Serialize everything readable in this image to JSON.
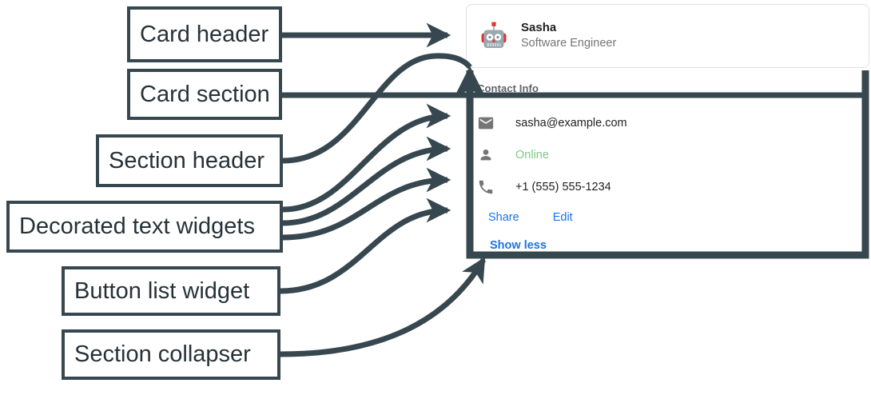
{
  "annotations": {
    "boxes": [
      {
        "id": "card-header",
        "label": "Card header"
      },
      {
        "id": "card-section",
        "label": "Card section"
      },
      {
        "id": "section-header",
        "label": "Section header"
      },
      {
        "id": "decorated-text",
        "label": "Decorated text widgets"
      },
      {
        "id": "button-list",
        "label": "Button list widget"
      },
      {
        "id": "collapser",
        "label": "Section collapser"
      }
    ],
    "stroke_color": "#37474f",
    "text_color": "#263238"
  },
  "card": {
    "header": {
      "avatar_icon": "robot-avatar-icon",
      "name": "Sasha",
      "subtitle": "Software Engineer"
    },
    "section": {
      "header": "Contact Info",
      "rows": [
        {
          "icon": "email-icon",
          "text": "sasha@example.com",
          "status": ""
        },
        {
          "icon": "person-icon",
          "text": "Online",
          "status": "online"
        },
        {
          "icon": "phone-icon",
          "text": "+1 (555) 555-1234",
          "status": ""
        }
      ],
      "buttons": [
        {
          "label": "Share"
        },
        {
          "label": "Edit"
        }
      ],
      "collapser": {
        "label": "Show less"
      }
    }
  },
  "colors": {
    "link_blue": "#1a73e8",
    "status_green": "#81c784",
    "icon_gray": "#757575",
    "annotation_slate": "#37474f",
    "card_border": "#e0e0e0"
  }
}
